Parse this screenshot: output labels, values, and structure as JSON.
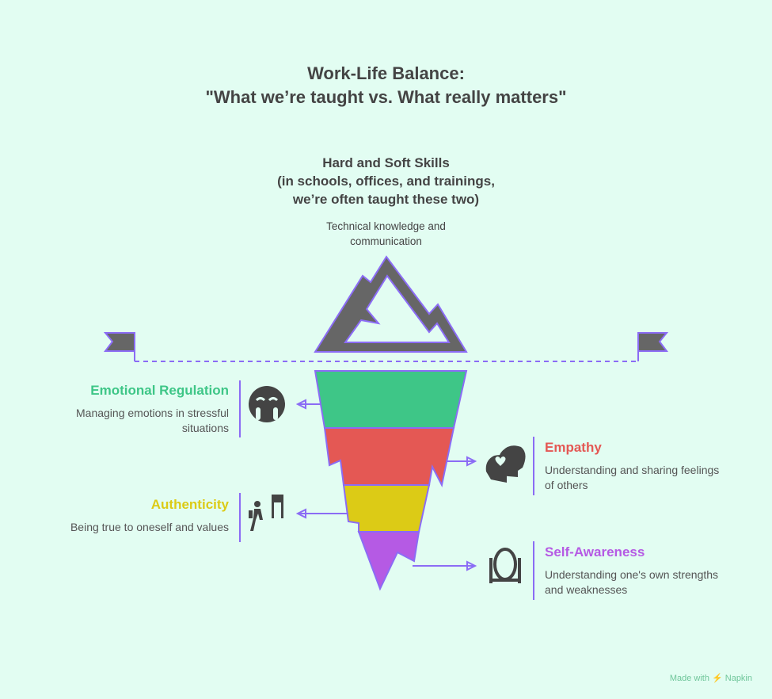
{
  "title": {
    "line1": "Work-Life Balance:",
    "line2": "\"What we’re taught vs. What really matters\""
  },
  "top": {
    "heading1": "Hard and Soft Skills",
    "heading2": "(in schools, offices, and trainings,",
    "heading3": "we’re often taught these two)",
    "desc1": "Technical knowledge and",
    "desc2": "communication"
  },
  "items": [
    {
      "title": "Emotional Regulation",
      "desc1": "Managing emotions in stressful",
      "desc2": "situations",
      "color": "#3ec687",
      "icon": "crying-face-icon"
    },
    {
      "title": "Empathy",
      "desc1": "Understanding and sharing feelings",
      "desc2": "of others",
      "color": "#e45854",
      "icon": "heads-heart-icon"
    },
    {
      "title": "Authenticity",
      "desc1": "Being true to oneself and values",
      "desc2": "",
      "color": "#dccb16",
      "icon": "hiker-signpost-icon"
    },
    {
      "title": "Self-Awareness",
      "desc1": "Understanding one's own strengths",
      "desc2": "and weaknesses",
      "color": "#b55ae4",
      "icon": "mirror-icon"
    }
  ],
  "footer": "Made with ⚡ Napkin"
}
